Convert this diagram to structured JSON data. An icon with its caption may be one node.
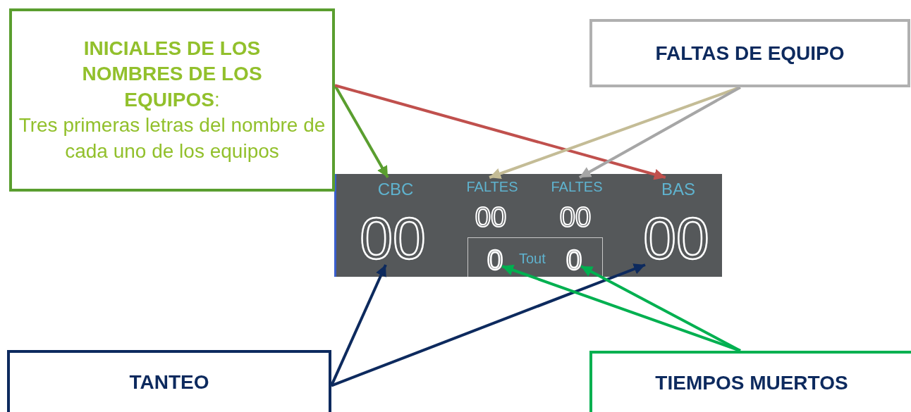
{
  "diagram": {
    "nodes": [
      {
        "text": [
          "**INICIALES DE LOS NOMBRES DE LOS EQUIPOS**:",
          "Tres primeras letras del nombre de cada uno de los equipos"
        ]
      },
      {
        "text": [
          "FALTAS DE EQUIPO"
        ]
      },
      {
        "text": [],
        "shape": "box"
      },
      {
        "text": [
          "CBC"
        ],
        "in": 2
      },
      {
        "text": [
          "FALTES"
        ],
        "in": 2
      },
      {
        "text": [
          "FALTES"
        ],
        "in": 2
      },
      {
        "text": [
          "BAS"
        ],
        "in": 2
      },
      {
        "text": [
          "00"
        ],
        "in": 2
      },
      {
        "text": [
          "00"
        ],
        "in": 2
      },
      {
        "text": [
          "Tout"
        ],
        "in": 2
      },
      {
        "text": [
          "0"
        ],
        "in": 9
      },
      {
        "text": [
          "0"
        ],
        "in": 9
      },
      {
        "text": [
          "TANTEO"
        ]
      },
      {
        "text": [
          "TIEMPOS MUERTOS"
        ]
      }
    ],
    "edges": [
      {
        "from": 0,
        "to": 3,
        "arrow": "to",
        "color": "#5a9e2f"
      },
      {
        "from": 0,
        "to": 6,
        "arrow": "to",
        "color": "#c0504d"
      },
      {
        "from": 1,
        "to": 4,
        "arrow": "to",
        "color": "#c4bc96"
      },
      {
        "from": 1,
        "to": 5,
        "arrow": "to",
        "color": "#a6a6a6"
      },
      {
        "from": 12,
        "to": 7,
        "arrow": "to",
        "color": "#0d2a5e"
      },
      {
        "from": 12,
        "to": 8,
        "arrow": "to",
        "color": "#0d2a5e"
      },
      {
        "from": 13,
        "to": 10,
        "arrow": "to",
        "color": "#00b050"
      },
      {
        "from": 13,
        "to": 11,
        "arrow": "to",
        "color": "#00b050"
      }
    ],
    "labels": [
      "00",
      "00"
    ]
  }
}
